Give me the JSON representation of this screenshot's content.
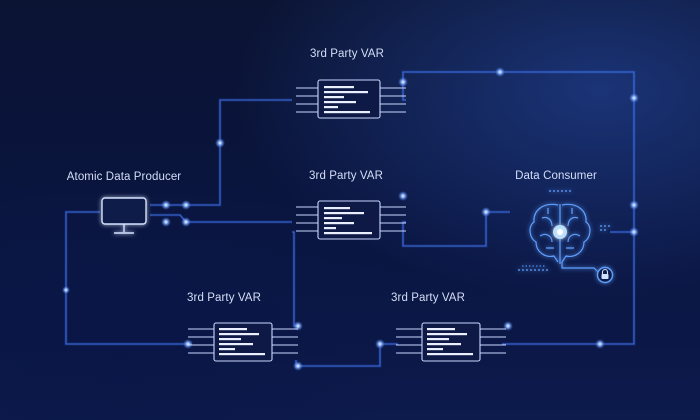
{
  "labels": {
    "producer": "Atomic Data Producer",
    "var_top": "3rd Party VAR",
    "var_middle": "3rd Party VAR",
    "var_bottom_left": "3rd Party VAR",
    "var_bottom_right": "3rd Party VAR",
    "consumer": "Data Consumer"
  },
  "icons": {
    "producer": "monitor-icon",
    "var": "microchip-icon",
    "consumer": "brain-circuit-icon",
    "consumer_badge": "lock-icon"
  },
  "colors": {
    "background": "#0a1540",
    "wire": "#3f72e8",
    "glow": "#9fc2ff",
    "text": "#d4def7",
    "accent": "#5fa0ff"
  }
}
